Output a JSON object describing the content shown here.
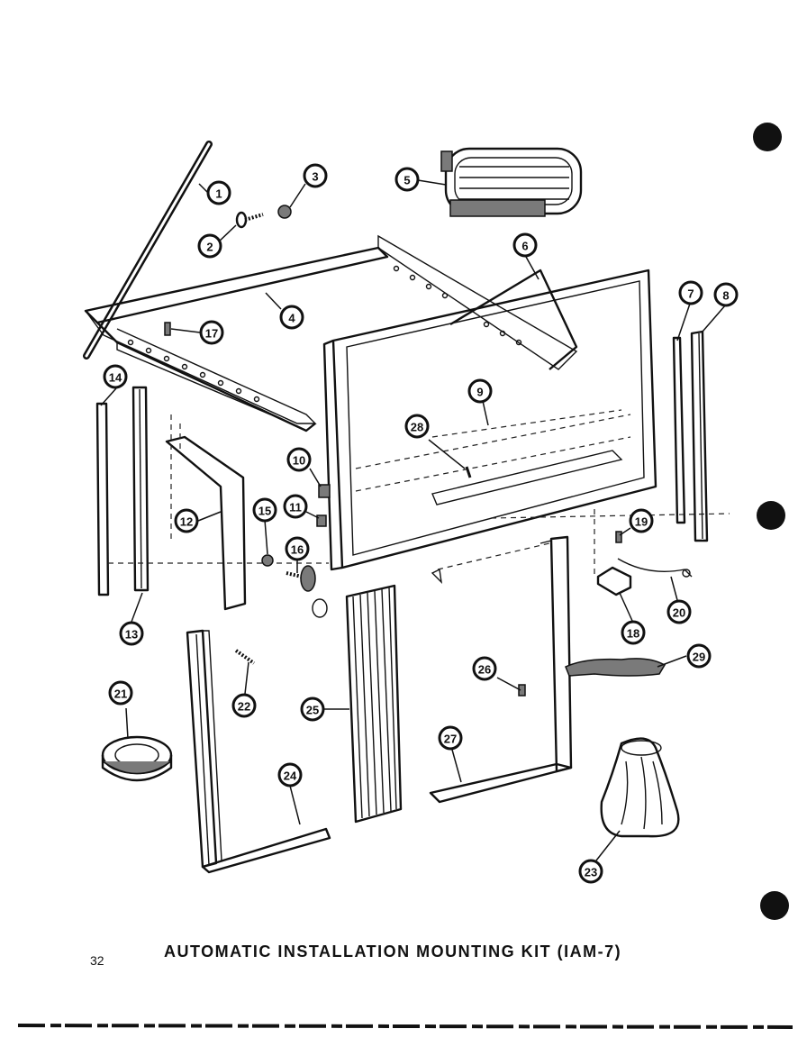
{
  "title": "AUTOMATIC INSTALLATION MOUNTING KIT (IAM-7)",
  "page_number": "32",
  "callouts": [
    {
      "label": "1"
    },
    {
      "label": "2"
    },
    {
      "label": "3"
    },
    {
      "label": "4"
    },
    {
      "label": "5"
    },
    {
      "label": "6"
    },
    {
      "label": "7"
    },
    {
      "label": "8"
    },
    {
      "label": "9"
    },
    {
      "label": "10"
    },
    {
      "label": "11"
    },
    {
      "label": "12"
    },
    {
      "label": "13"
    },
    {
      "label": "14"
    },
    {
      "label": "15"
    },
    {
      "label": "16"
    },
    {
      "label": "17"
    },
    {
      "label": "18"
    },
    {
      "label": "19"
    },
    {
      "label": "20"
    },
    {
      "label": "21"
    },
    {
      "label": "22"
    },
    {
      "label": "23"
    },
    {
      "label": "24"
    },
    {
      "label": "25"
    },
    {
      "label": "26"
    },
    {
      "label": "27"
    },
    {
      "label": "28"
    },
    {
      "label": "29"
    }
  ]
}
